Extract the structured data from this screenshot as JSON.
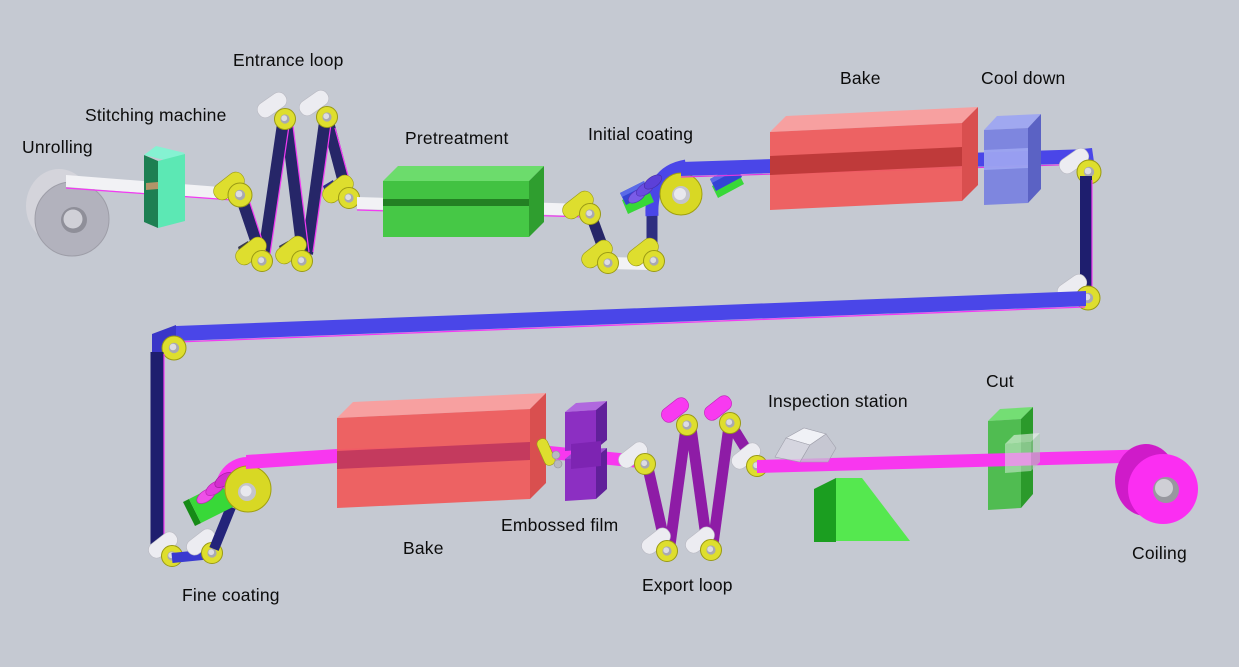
{
  "diagram": {
    "subject": "Coil coating production line 3D process diagram",
    "background_color": "#c5c9d2",
    "stations": [
      {
        "id": "unrolling",
        "label": "Unrolling"
      },
      {
        "id": "stitching-machine",
        "label": "Stitching machine"
      },
      {
        "id": "entrance-loop",
        "label": "Entrance loop"
      },
      {
        "id": "pretreatment",
        "label": "Pretreatment"
      },
      {
        "id": "initial-coating",
        "label": "Initial coating"
      },
      {
        "id": "bake-top",
        "label": "Bake"
      },
      {
        "id": "cool-down",
        "label": "Cool down"
      },
      {
        "id": "fine-coating",
        "label": "Fine coating"
      },
      {
        "id": "bake-bottom",
        "label": "Bake"
      },
      {
        "id": "embossed-film",
        "label": "Embossed film"
      },
      {
        "id": "export-loop",
        "label": "Export loop"
      },
      {
        "id": "inspection-station",
        "label": "Inspection station"
      },
      {
        "id": "cut",
        "label": "Cut"
      },
      {
        "id": "coiling",
        "label": "Coiling"
      }
    ],
    "colors": {
      "background": "#c5c9d2",
      "label_text": "#0c0c0c",
      "strip_uncoated_white": "#f2f2f5",
      "strip_loop_navy": "#262668",
      "strip_primer_blue": "#4a46e8",
      "strip_finish_magenta": "#f837ef",
      "strip_export_purple": "#8e1ca6",
      "strip_edge_magenta": "#f33af3",
      "roller_yellow": "#dede2e",
      "roller_hub_gray": "#a8a8b2",
      "oven_red": "#ef5d5d",
      "cooler_blue": "#747ce0",
      "pretreatment_green": "#46c846",
      "cutter_green": "#4abc4a",
      "wedge_green": "#55e84f",
      "embosser_purple": "#8c2fc2",
      "stitcher_aqua": "#5ce8b4",
      "uncoiler_gray": "#b2b2bd",
      "recoiler_magenta": "#fb2ef2"
    }
  }
}
